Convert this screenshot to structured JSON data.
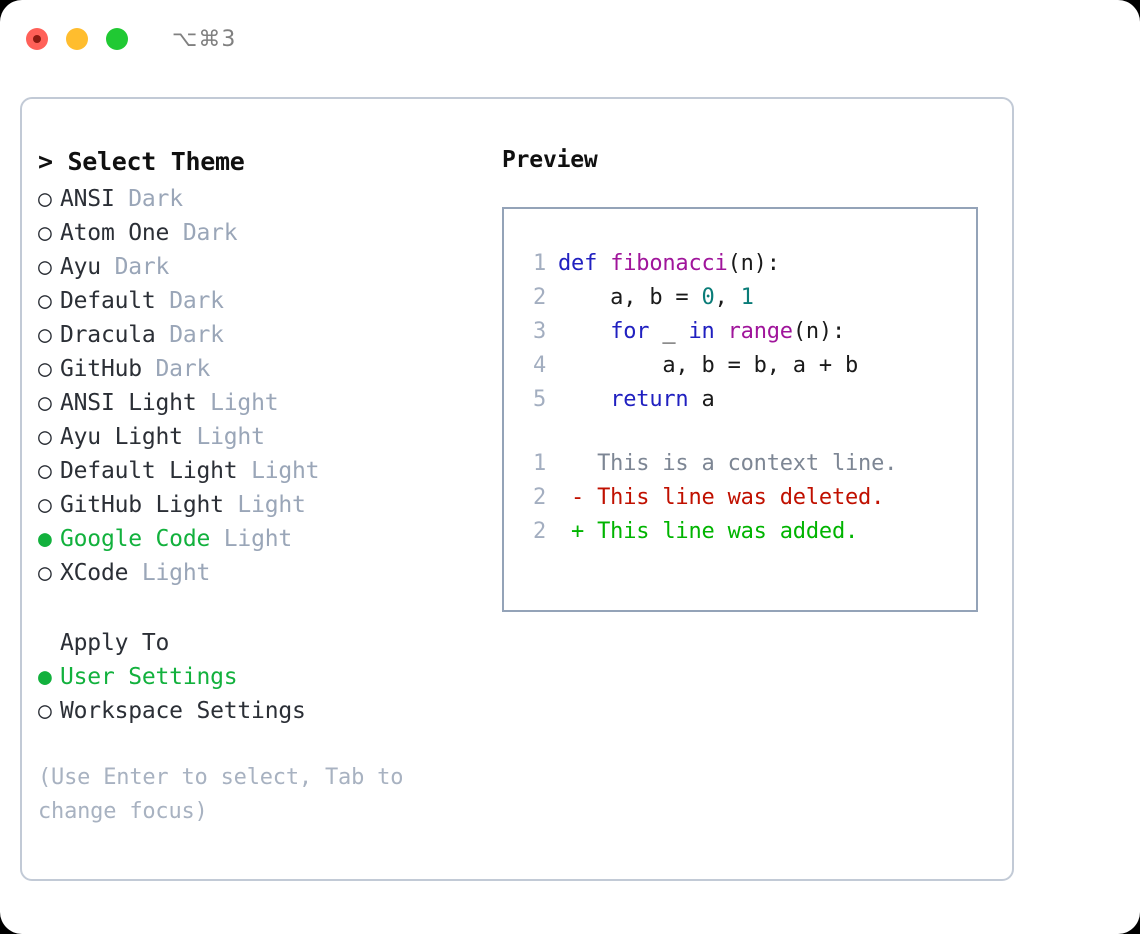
{
  "titlebar": {
    "shortcut": "⌥⌘3",
    "buttons": [
      {
        "name": "close",
        "color": "#ff6058"
      },
      {
        "name": "minimize",
        "color": "#ffbd2e"
      },
      {
        "name": "maximize",
        "color": "#20c933"
      }
    ]
  },
  "colors": {
    "selected_green": "#12b13d",
    "dim_gray": "#9aa6b8",
    "hint_gray": "#a8b2c1",
    "border": "#c2cad6",
    "preview_border": "#94a3b8",
    "keyword_blue": "#2020c0",
    "function_magenta": "#a0159b",
    "number_teal": "#0a7c78",
    "diff_deleted_red": "#c01000",
    "diff_added_green": "#00b400",
    "linenum_gray": "#a3aec0"
  },
  "left": {
    "prompt_marker": ">",
    "prompt_title": "Select Theme",
    "bullet_selected": "●",
    "bullet_unselected": "○",
    "themes": [
      {
        "name": "ANSI",
        "kind": "Dark",
        "selected": false
      },
      {
        "name": "Atom One",
        "kind": "Dark",
        "selected": false
      },
      {
        "name": "Ayu",
        "kind": "Dark",
        "selected": false
      },
      {
        "name": "Default",
        "kind": "Dark",
        "selected": false
      },
      {
        "name": "Dracula",
        "kind": "Dark",
        "selected": false
      },
      {
        "name": "GitHub",
        "kind": "Dark",
        "selected": false
      },
      {
        "name": "ANSI Light",
        "kind": "Light",
        "selected": false
      },
      {
        "name": "Ayu Light",
        "kind": "Light",
        "selected": false
      },
      {
        "name": "Default Light",
        "kind": "Light",
        "selected": false
      },
      {
        "name": "GitHub Light",
        "kind": "Light",
        "selected": false
      },
      {
        "name": "Google Code",
        "kind": "Light",
        "selected": true
      },
      {
        "name": "XCode",
        "kind": "Light",
        "selected": false
      }
    ],
    "apply_to_label": "Apply To",
    "apply_to": [
      {
        "name": "User Settings",
        "selected": true
      },
      {
        "name": "Workspace Settings",
        "selected": false
      }
    ],
    "hint": "(Use Enter to select, Tab to change focus)"
  },
  "right": {
    "preview_label": "Preview",
    "code": [
      {
        "num": "1",
        "tokens": [
          {
            "t": "def ",
            "c": "kw"
          },
          {
            "t": "fibonacci",
            "c": "fn"
          },
          {
            "t": "(n):",
            "c": "pl"
          }
        ]
      },
      {
        "num": "2",
        "tokens": [
          {
            "t": "    a, b = ",
            "c": "pl"
          },
          {
            "t": "0",
            "c": "num"
          },
          {
            "t": ", ",
            "c": "pl"
          },
          {
            "t": "1",
            "c": "num"
          }
        ]
      },
      {
        "num": "3",
        "tokens": [
          {
            "t": "    ",
            "c": "pl"
          },
          {
            "t": "for",
            "c": "kw"
          },
          {
            "t": " _ ",
            "c": "pl"
          },
          {
            "t": "in",
            "c": "kw"
          },
          {
            "t": " ",
            "c": "pl"
          },
          {
            "t": "range",
            "c": "fn"
          },
          {
            "t": "(n):",
            "c": "pl"
          }
        ]
      },
      {
        "num": "4",
        "tokens": [
          {
            "t": "        a, b = b, a + b",
            "c": "pl"
          }
        ]
      },
      {
        "num": "5",
        "tokens": [
          {
            "t": "    ",
            "c": "pl"
          },
          {
            "t": "return",
            "c": "kw"
          },
          {
            "t": " a",
            "c": "pl"
          }
        ]
      }
    ],
    "diff": [
      {
        "num": "1",
        "marker": " ",
        "text": "This is a context line.",
        "kind": "ctx"
      },
      {
        "num": "2",
        "marker": "-",
        "text": "This line was deleted.",
        "kind": "del"
      },
      {
        "num": "2",
        "marker": "+",
        "text": "This line was added.",
        "kind": "add"
      }
    ]
  }
}
